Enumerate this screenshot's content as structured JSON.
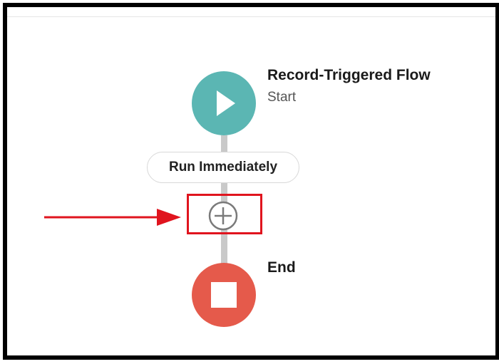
{
  "flow": {
    "start": {
      "title": "Record-Triggered Flow",
      "subtitle": "Start",
      "icon": "play-icon",
      "color": "#5bb6b3"
    },
    "schedule_path": {
      "label": "Run Immediately"
    },
    "add_element": {
      "icon": "plus-circle-icon"
    },
    "end": {
      "title": "End",
      "icon": "stop-icon",
      "color": "#e55a4b"
    }
  },
  "annotation": {
    "arrow_icon": "red-arrow-icon",
    "highlight_color": "#e0141e"
  }
}
